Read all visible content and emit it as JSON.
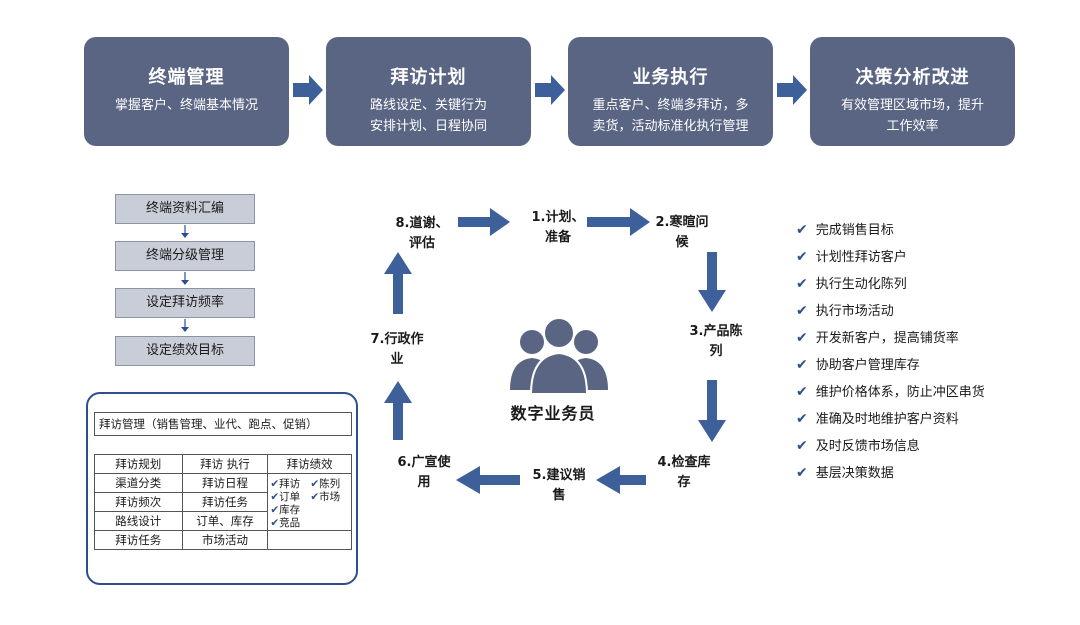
{
  "top_flow": [
    {
      "title": "终端管理",
      "desc": "掌握客户、终端基本情况"
    },
    {
      "title": "拜访计划",
      "desc": "路线设定、关键行为\n安排计划、日程协同"
    },
    {
      "title": "业务执行",
      "desc": "重点客户、终端多拜访，多\n卖货，活动标准化执行管理"
    },
    {
      "title": "决策分析改进",
      "desc": "有效管理区域市场，提升\n工作效率"
    }
  ],
  "left_steps": [
    "终端资料汇编",
    "终端分级管理",
    "设定拜访频率",
    "设定绩效目标"
  ],
  "management": {
    "header": "拜访管理（销售管理、业代、跑点、促销）",
    "rows": [
      [
        "拜访规划",
        "拜访 执行",
        "拜访绩效"
      ],
      [
        "渠道分类",
        "拜访日程"
      ],
      [
        "拜访频次",
        "拜访任务"
      ],
      [
        "路线设计",
        "订单、库存"
      ],
      [
        "拜访任务",
        "市场活动",
        ""
      ]
    ],
    "kpi_checks": [
      "拜访",
      "陈列",
      "订单",
      "市场",
      "库存",
      "竞品"
    ]
  },
  "cycle": {
    "center": "数字业务员",
    "steps": [
      "1.计划、\n准备",
      "2.寒暄问\n候",
      "3.产品陈\n列",
      "4.检查库\n存",
      "5.建议销\n售",
      "6.广宣使\n用",
      "7.行政作\n业",
      "8.道谢、\n评估"
    ]
  },
  "goals": [
    "完成销售目标",
    "计划性拜访客户",
    "执行生动化陈列",
    "执行市场活动",
    "开发新客户，提高铺货率",
    "协助客户管理库存",
    "维护价格体系，防止冲区串货",
    "准确及时地维护客户资料",
    "及时反馈市场信息",
    "基层决策数据"
  ],
  "colors": {
    "box": "#596582",
    "arrow": "#3d5f9a",
    "accent": "#2d4f8c",
    "step_fill": "#c8cdd8"
  },
  "icons": {
    "check": "✔",
    "person": "group-person-icon"
  }
}
